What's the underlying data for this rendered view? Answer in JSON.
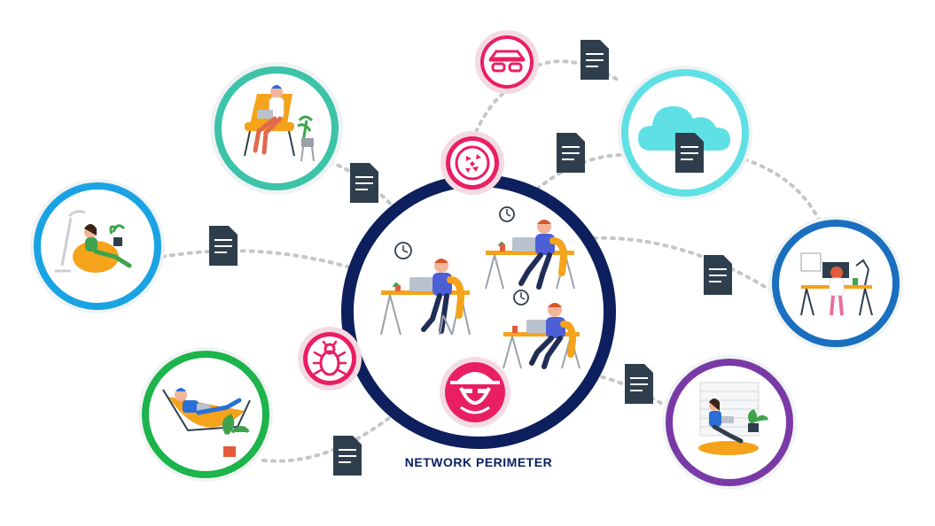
{
  "diagram": {
    "title": "NETWORK PERIMETER",
    "colors": {
      "perimeter_ring": "#0d1f5c",
      "threat_pink": "#ea1e63",
      "doc_dark": "#2f3e4c",
      "connector_gray": "#c6c6c6",
      "desk_orange": "#f4a31b",
      "worker_blue": "#4c5fd6",
      "node_teal": "#3cc3a8",
      "node_cyan": "#5fe0e4",
      "node_sky": "#1aa3e3",
      "node_green": "#1cb44b",
      "node_blue": "#1a6fbf",
      "node_purple": "#7a3aa6"
    },
    "remote_workers": [
      {
        "id": "teal",
        "scene": "person-in-armchair-with-laptop"
      },
      {
        "id": "sky",
        "scene": "person-on-beanbag-with-phone"
      },
      {
        "id": "green",
        "scene": "person-in-hammock-with-laptop"
      },
      {
        "id": "cyan",
        "scene": "cloud-storage"
      },
      {
        "id": "blue",
        "scene": "person-at-home-desk"
      },
      {
        "id": "purple",
        "scene": "person-on-floor-cushion-with-laptop"
      }
    ],
    "threats": [
      "spy-glasses-icon",
      "virus-icon",
      "bug-icon",
      "hacker-icon"
    ],
    "documents_count": 8
  }
}
